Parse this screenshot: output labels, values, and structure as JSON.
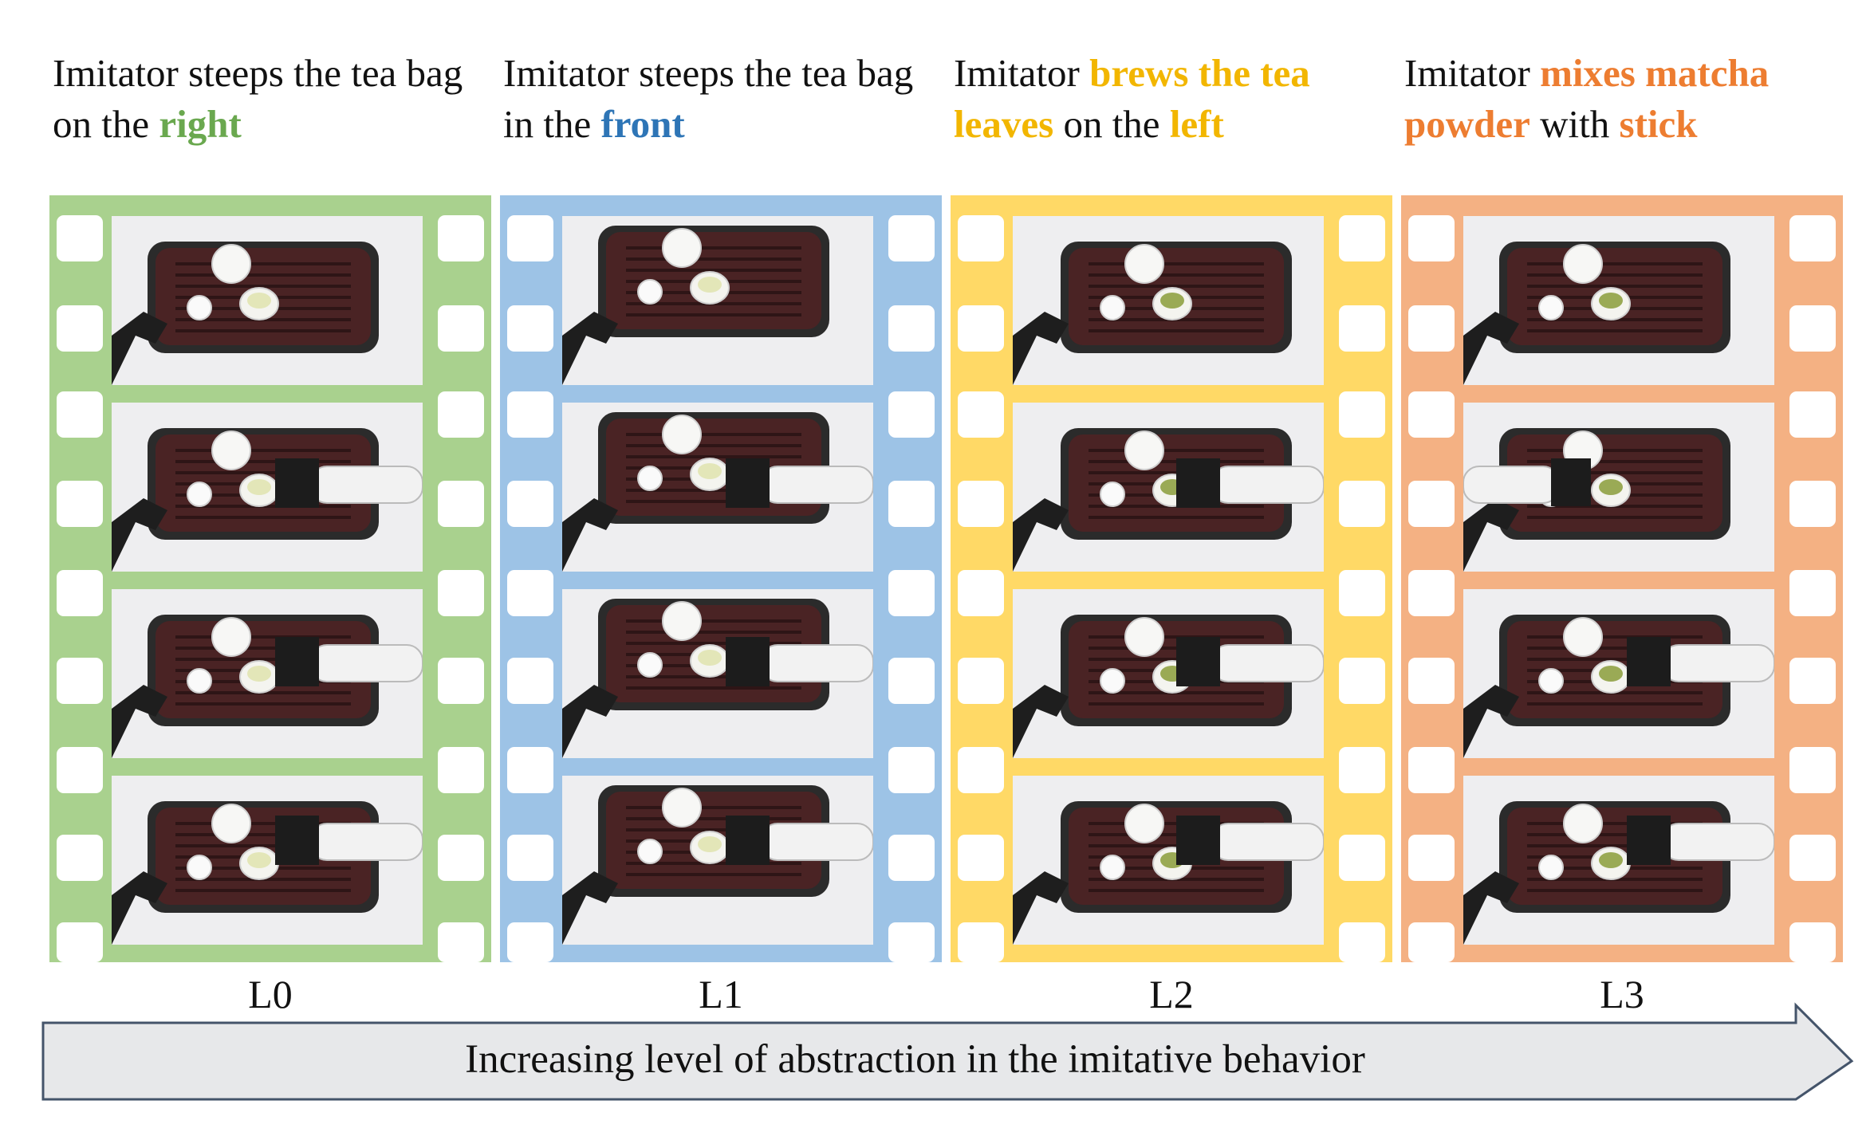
{
  "columns": [
    {
      "caption": [
        {
          "text": "Imitator steeps the tea bag on the ",
          "color": "#111111",
          "bold": false
        },
        {
          "text": "right",
          "color": "#6aa84f",
          "bold": true
        }
      ],
      "level_label": "L0",
      "strip_color": "#a9d18e"
    },
    {
      "caption": [
        {
          "text": "Imitator steeps the tea bag in the ",
          "color": "#111111",
          "bold": false
        },
        {
          "text": "front",
          "color": "#2e75b6",
          "bold": true
        }
      ],
      "level_label": "L1",
      "strip_color": "#9dc3e6"
    },
    {
      "caption": [
        {
          "text": "Imitator ",
          "color": "#111111",
          "bold": false
        },
        {
          "text": "brews the tea leaves",
          "color": "#f2b600",
          "bold": true
        },
        {
          "text": " on the ",
          "color": "#111111",
          "bold": false
        },
        {
          "text": "left",
          "color": "#f2b600",
          "bold": true
        }
      ],
      "level_label": "L2",
      "strip_color": "#ffd966"
    },
    {
      "caption": [
        {
          "text": "Imitator ",
          "color": "#111111",
          "bold": false
        },
        {
          "text": "mixes matcha powder",
          "color": "#ed7d31",
          "bold": true
        },
        {
          "text": " with ",
          "color": "#111111",
          "bold": false
        },
        {
          "text": "stick",
          "color": "#ed7d31",
          "bold": true
        }
      ],
      "level_label": "L3",
      "strip_color": "#f4b183"
    }
  ],
  "arrow": {
    "label": "Increasing level of abstraction in the imitative behavior",
    "fill": "#e7e8ea",
    "stroke": "#44546a"
  }
}
